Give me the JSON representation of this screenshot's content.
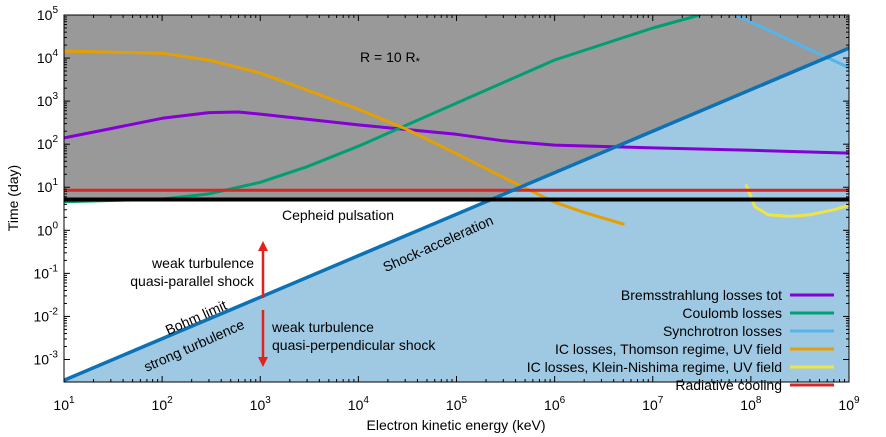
{
  "chart_data": {
    "type": "line",
    "title": "",
    "xlabel": "Electron kinetic energy (keV)",
    "ylabel": "Time (day)",
    "x_scale": "log",
    "y_scale": "log",
    "xlim": [
      10,
      1000000000
    ],
    "ylim": [
      0.0003,
      100000
    ],
    "x_ticks": [
      {
        "value": 10,
        "base": "10",
        "exp": "1"
      },
      {
        "value": 100,
        "base": "10",
        "exp": "2"
      },
      {
        "value": 1000,
        "base": "10",
        "exp": "3"
      },
      {
        "value": 10000,
        "base": "10",
        "exp": "4"
      },
      {
        "value": 100000,
        "base": "10",
        "exp": "5"
      },
      {
        "value": 1000000,
        "base": "10",
        "exp": "6"
      },
      {
        "value": 10000000,
        "base": "10",
        "exp": "7"
      },
      {
        "value": 100000000,
        "base": "10",
        "exp": "8"
      },
      {
        "value": 1000000000,
        "base": "10",
        "exp": "9"
      }
    ],
    "y_ticks": [
      {
        "value": 0.001,
        "base": "10",
        "exp": "-3"
      },
      {
        "value": 0.01,
        "base": "10",
        "exp": "-2"
      },
      {
        "value": 0.1,
        "base": "10",
        "exp": "-1"
      },
      {
        "value": 1,
        "base": "10",
        "exp": "0"
      },
      {
        "value": 10,
        "base": "10",
        "exp": "1"
      },
      {
        "value": 100,
        "base": "10",
        "exp": "2"
      },
      {
        "value": 1000,
        "base": "10",
        "exp": "3"
      },
      {
        "value": 10000,
        "base": "10",
        "exp": "4"
      },
      {
        "value": 100000,
        "base": "10",
        "exp": "5"
      }
    ],
    "grid": false,
    "legend_position": "bottom-right",
    "colors": {
      "gray_region": "#999999",
      "blue_region": "#9fc9e2",
      "shock_line": "#0b72b5",
      "cepheid_line": "#000000",
      "annotation_arrow": "#e3231b"
    },
    "series": [
      {
        "name": "Bremsstrahlung losses tot",
        "color": "#8400d4",
        "x": [
          10,
          30,
          100,
          300,
          600,
          1000,
          3000,
          10000,
          30000,
          100000,
          300000,
          1000000,
          10000000,
          100000000,
          1000000000
        ],
        "y": [
          140,
          230,
          400,
          540,
          560,
          500,
          380,
          280,
          220,
          170,
          120,
          95,
          82,
          72,
          62
        ]
      },
      {
        "name": "Coulomb losses",
        "color": "#009e73",
        "x": [
          10,
          100,
          300,
          1000,
          3000,
          10000,
          100000,
          1000000,
          10000000,
          30000000
        ],
        "y": [
          4.6,
          5.3,
          7,
          13,
          30,
          90,
          900,
          9000,
          50000,
          100000
        ]
      },
      {
        "name": "Synchrotron losses",
        "color": "#56b4e9",
        "x": [
          70000000,
          1000000000
        ],
        "y": [
          100000,
          6000
        ]
      },
      {
        "name": "IC losses, Thomson regime, UV field",
        "color": "#e69f00",
        "x": [
          10,
          100,
          300,
          1000,
          3000,
          10000,
          30000,
          100000,
          300000,
          1000000,
          2000000,
          5000000
        ],
        "y": [
          14500,
          13000,
          9000,
          4500,
          1800,
          650,
          230,
          60,
          17,
          4.5,
          2.6,
          1.4
        ]
      },
      {
        "name": "IC losses, Klein-Nishima regime, UV field",
        "color": "#f0e442",
        "x": [
          90000000,
          110000000,
          150000000,
          250000000,
          400000000,
          700000000,
          1000000000
        ],
        "y": [
          11,
          3.5,
          2.3,
          2.1,
          2.3,
          3.0,
          3.8
        ]
      },
      {
        "name": "Radiative cooling",
        "color": "#d62728",
        "x": [
          10,
          1000000000
        ],
        "y": [
          8.5,
          8.5
        ]
      }
    ],
    "reference_lines": [
      {
        "label": "Cepheid pulsation",
        "y": 5.2
      },
      {
        "label": "Shock-acceleration",
        "x": [
          10,
          1000000000
        ],
        "y": [
          0.00033,
          17000
        ]
      }
    ],
    "annotations": {
      "radius_text": "R = 10 R",
      "radius_sub": "*",
      "cepheid": "Cepheid pulsation",
      "shock": "Shock-acceleration",
      "bohm": "Bohm limit",
      "strong": "strong turbulence",
      "weak1_line1": "weak turbulence",
      "weak1_line2": "quasi-parallel shock",
      "weak2_line1": "weak turbulence",
      "weak2_line2": "quasi-perpendicular shock"
    }
  }
}
